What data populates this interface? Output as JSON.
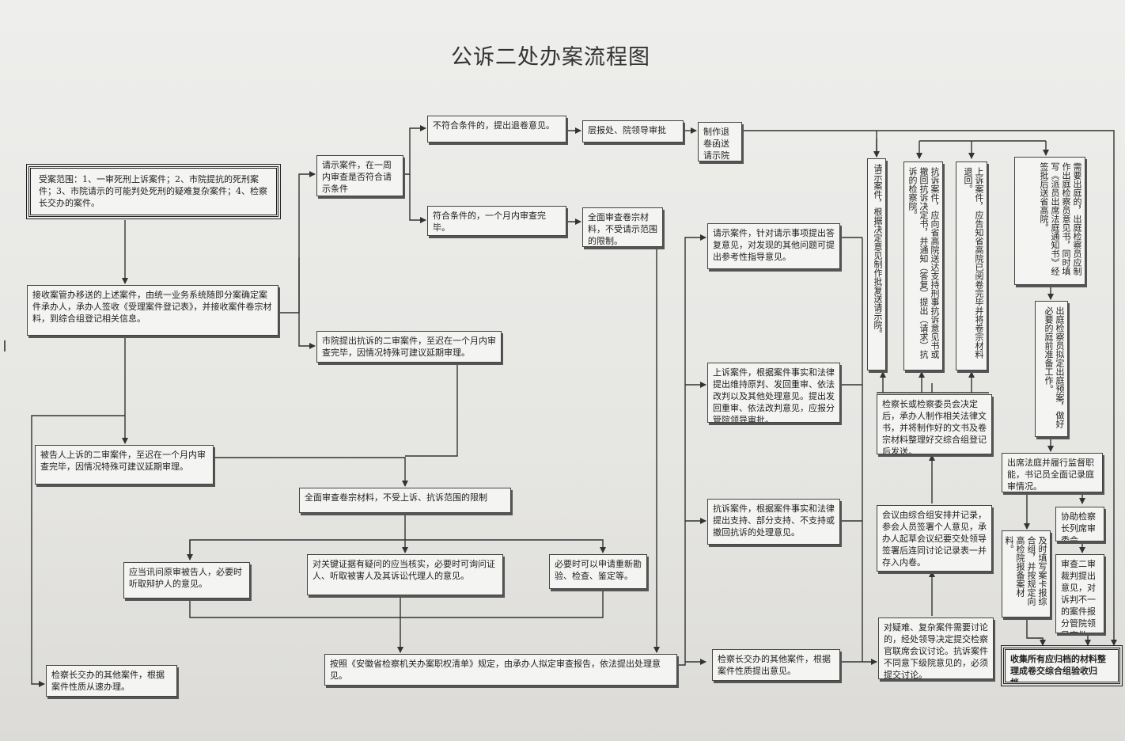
{
  "title": "公诉二处办案流程图",
  "boxes": {
    "scope": "受案范围：1、一审死刑上诉案件；2、市院提抗的死刑案件；3、市院请示的可能判处死刑的疑难复杂案件；4、检察长交办的案件。",
    "intake": "接收案管办移送的上述案件，由统一业务系统随即分案确定案件承办人，承办人签收《受理案件登记表》，并接收案件卷宗材料，到综合组登记相关信息。",
    "request_review": "请示案件，在一周内审查是否符合请示条件",
    "not_qualified": "不符合条件的，提出退卷意见。",
    "report_approval": "层报处、院领导审批",
    "return_letter": "制作退卷函送请示院",
    "qualified": "符合条件的，一个月内审查完毕。",
    "full_review_request": "全面审查卷宗材料，不受请示范围的限制。",
    "protest_second": "市院提出抗诉的二审案件，至迟在一个月内审查完毕，因情况特殊可建议延期审理。",
    "appeal_second": "被告人上诉的二审案件，至迟在一个月内审查完毕，因情况特殊可建议延期审理。",
    "full_review": "全面审查卷宗材料，不受上诉、抗诉范围的限制",
    "interrogate": "应当讯问原审被告人，必要时听取辩护人的意见。",
    "verify_evidence": "对关键证据有疑问的应当核实，必要时可询问证人、听取被害人及其诉讼代理人的意见。",
    "reinspect": "必要时可以申请重新勘验、检查、鉴定等。",
    "chief_other_left": "检察长交办的其他案件，根据案件性质从速办理。",
    "report": "按照《安徽省检察机关办案职权清单》规定，由承办人拟定审查报告，依法提出处理意见。",
    "request_opinion": "请示案件，针对请示事项提出答复意见，对发现的其他问题可提出参考性指导意见。",
    "appeal_opinion": "上诉案件，根据案件事实和法律提出维持原判、发回重审、依法改判以及其他处理意见。提出发回重审、依法改判意见，应报分管院领导审批。",
    "protest_opinion": "抗诉案件，根据案件事实和法律提出支持、部分支持、不支持或撤回抗诉的处理意见。",
    "chief_other_mid": "检察长交办的其他案件，根据案件性质提出意见。",
    "col_request": "请示案件，根据决定意见制作批复送请示院。",
    "col_protest": "抗诉案件，应向省高院送达支持刑事抗诉意见书或撤回抗诉决定书，并通知（答复）提出（请求）抗诉的检察院。",
    "col_appeal": "上诉案件，应告知省高院已阅卷完毕并将卷宗材料退回。",
    "col_court_notice": "需要出庭的，出庭检察员应制作出庭检察员意见书，同时填写《派员出席法庭通知书》经签批后送省高院。",
    "decision": "检察长或检察委员会决定后，承办人制作相关法律文书，并将制作好的文书及卷宗材料整理好交综合组登记后发送。",
    "meeting_arrange": "会议由综合组安排并记录，参会人员签署个人意见，承办人起草会议纪要交处领导签署后连同讨论记录表一并存入内卷。",
    "difficult_cases": "对疑难、复杂案件需要讨论的，经处领导决定提交检察官联席会议讨论。抗诉案件不同意下级院意见的，必须提交讨论。",
    "prosecutor_plan": "出庭检察员拟定出庭预案，做好必要的庭前准备工作。",
    "court_attend": "出席法庭并履行监督职能，书记员全面记录庭审情况。",
    "fill_card": "及时填写案卡报综合组，并按规定向高检院报备案材料。",
    "assist_chief": "协助检察长列席审委会。",
    "review_judgment": "审查二审裁判提出意见，对诉判不一的案件报分管院领导审批。",
    "archive": "收集所有应归档的材料整理成卷交综合组验收归档。"
  }
}
